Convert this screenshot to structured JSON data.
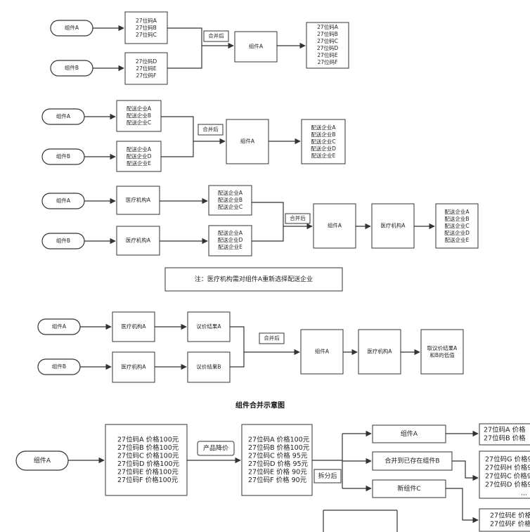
{
  "d1": {
    "comp_a": "组件A",
    "comp_b": "组件B",
    "list_a": [
      "27位码A",
      "27位码B",
      "27位码C"
    ],
    "list_b": [
      "27位码D",
      "27位码E",
      "27位码F"
    ],
    "merge_label": "合并后",
    "merged": "组件A",
    "result": [
      "27位码A",
      "27位码B",
      "27位码C",
      "27位码D",
      "27位码E",
      "27位码F"
    ]
  },
  "d2": {
    "comp_a": "组件A",
    "comp_b": "组件B",
    "list_a": [
      "配送企业A",
      "配送企业B",
      "配送企业C"
    ],
    "list_b": [
      "配送企业A",
      "配送企业D",
      "配送企业E"
    ],
    "merge_label": "合并后",
    "merged": "组件A",
    "result": [
      "配送企业A",
      "配送企业B",
      "配送企业C",
      "配送企业D",
      "配送企业E"
    ]
  },
  "d3": {
    "comp_a": "组件A",
    "comp_b": "组件B",
    "med_a": "医疗机构A",
    "med_b": "医疗机构A",
    "list_a": [
      "配送企业A",
      "配送企业B",
      "配送企业C"
    ],
    "list_b": [
      "配送企业A",
      "配送企业D",
      "配送企业E"
    ],
    "merge_label": "合并后",
    "merged": "组件A",
    "med_merged": "医疗机构A",
    "result": [
      "配送企业A",
      "配送企业B",
      "配送企业C",
      "配送企业D",
      "配送企业E"
    ],
    "note": "注：医疗机构需对组件A重新选择配送企业"
  },
  "d4": {
    "comp_a": "组件A",
    "comp_b": "组件B",
    "med_a": "医疗机构A",
    "med_b": "医疗机构A",
    "price_a": "议价结果A",
    "price_b": "议价结果B",
    "merge_label": "合并后",
    "merged": "组件A",
    "med_merged": "医疗机构A",
    "result": [
      "取议价结果A",
      "和B的低值"
    ]
  },
  "caption": "组件合并示意图",
  "d5": {
    "comp_a": "组件A",
    "list_before": [
      "27位码A 价格100元",
      "27位码B 价格100元",
      "27位码C 价格100元",
      "27位码D 价格100元",
      "27位码E 价格100元",
      "27位码F 价格100元"
    ],
    "price_cut": "产品降价",
    "list_after": [
      "27位码A 价格100元",
      "27位码B 价格100元",
      "27位码C 价格  95元",
      "27位码D 价格  95元",
      "27位码E 价格  90元",
      "27位码F 价格  90元"
    ],
    "split_label": "拆分后",
    "target_a": "组件A",
    "target_merge": "合并到已存在组件B",
    "target_new": "新组件C",
    "out_a": [
      "27位码A 价格",
      "27位码B 价格"
    ],
    "out_b": [
      "27位码G 价格9",
      "27位码H 价格9",
      "27位码C 价格9",
      "27位码D 价格9",
      "..."
    ],
    "out_c": [
      "27位码E 价格",
      "27位码F 价格"
    ]
  }
}
